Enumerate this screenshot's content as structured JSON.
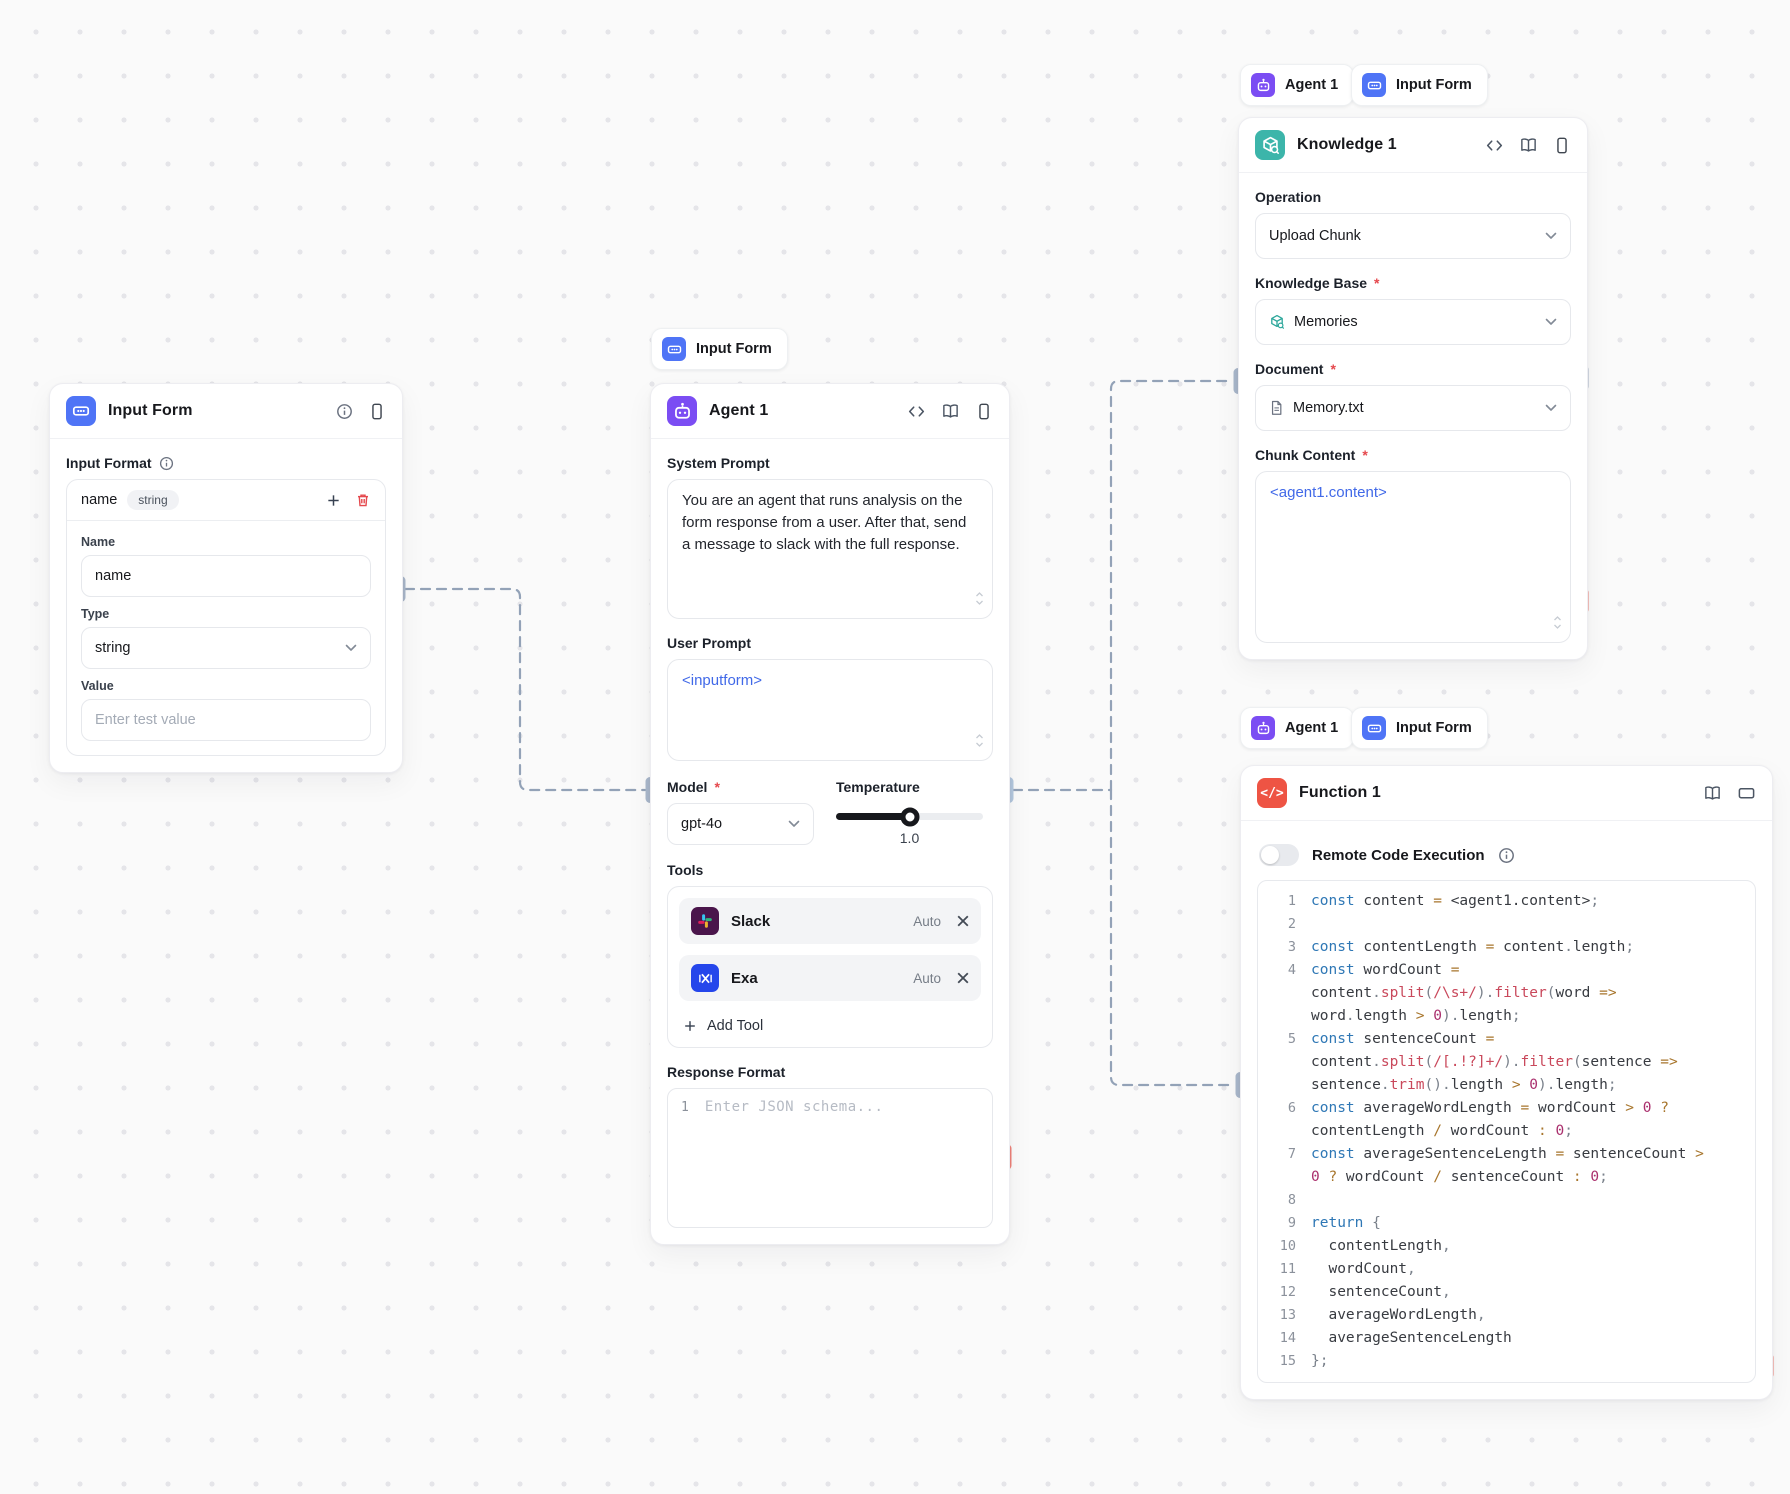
{
  "canvas": {
    "connections": [
      {
        "from": "Input Form",
        "to": "Agent 1"
      },
      {
        "from": "Agent 1",
        "to": "Knowledge 1"
      },
      {
        "from": "Agent 1",
        "to": "Function 1"
      }
    ]
  },
  "chips": {
    "agent_label": "Agent 1",
    "input_form_label": "Input Form"
  },
  "input_form_card": {
    "title": "Input Form",
    "section_label": "Input Format",
    "row_name": "name",
    "row_type_badge": "string",
    "name_label": "Name",
    "name_value": "name",
    "type_label": "Type",
    "type_value": "string",
    "value_label": "Value",
    "value_placeholder": "Enter test value"
  },
  "agent_card": {
    "title": "Agent 1",
    "system_prompt_label": "System Prompt",
    "system_prompt_value": "You are an agent that runs analysis on the form response from a user. After that, send a message to slack with the full response.",
    "user_prompt_label": "User Prompt",
    "user_prompt_value": "<inputform>",
    "model_label": "Model",
    "model_value": "gpt-4o",
    "temperature_label": "Temperature",
    "temperature_value": "1.0",
    "tools_label": "Tools",
    "tools": [
      {
        "name": "Slack",
        "mode": "Auto"
      },
      {
        "name": "Exa",
        "mode": "Auto"
      }
    ],
    "add_tool_label": "Add Tool",
    "response_format_label": "Response Format",
    "response_line_number": "1",
    "response_placeholder": "Enter JSON schema..."
  },
  "knowledge_card": {
    "title": "Knowledge 1",
    "operation_label": "Operation",
    "operation_value": "Upload Chunk",
    "kb_label": "Knowledge Base",
    "kb_value": "Memories",
    "document_label": "Document",
    "document_value": "Memory.txt",
    "chunk_label": "Chunk Content",
    "chunk_value": "<agent1.content>"
  },
  "function_card": {
    "title": "Function 1",
    "toggle_label": "Remote Code Execution",
    "code_lines": [
      {
        "n": "1",
        "seg": [
          [
            "kw",
            "const"
          ],
          [
            "pl",
            " content "
          ],
          [
            "op",
            "="
          ],
          [
            "pl",
            " <agent1.content>"
          ],
          [
            "pu",
            ";"
          ]
        ]
      },
      {
        "n": "2",
        "seg": []
      },
      {
        "n": "3",
        "seg": [
          [
            "kw",
            "const"
          ],
          [
            "pl",
            " contentLength "
          ],
          [
            "op",
            "="
          ],
          [
            "pl",
            " content"
          ],
          [
            "pu",
            "."
          ],
          [
            "pl",
            "length"
          ],
          [
            "pu",
            ";"
          ]
        ]
      },
      {
        "n": "4",
        "seg": [
          [
            "kw",
            "const"
          ],
          [
            "pl",
            " wordCount "
          ],
          [
            "op",
            "="
          ]
        ]
      },
      {
        "n": "",
        "seg": [
          [
            "pl",
            "content"
          ],
          [
            "pu",
            "."
          ],
          [
            "mt",
            "split"
          ],
          [
            "pu",
            "("
          ],
          [
            "rx",
            "/\\s+/"
          ],
          [
            "pu",
            ")."
          ],
          [
            "mt",
            "filter"
          ],
          [
            "pu",
            "("
          ],
          [
            "pl",
            "word "
          ],
          [
            "op",
            "=>"
          ]
        ]
      },
      {
        "n": "",
        "seg": [
          [
            "pl",
            "word"
          ],
          [
            "pu",
            "."
          ],
          [
            "pl",
            "length "
          ],
          [
            "op",
            ">"
          ],
          [
            "pl",
            " "
          ],
          [
            "nu",
            "0"
          ],
          [
            "pu",
            ")."
          ],
          [
            "pl",
            "length"
          ],
          [
            "pu",
            ";"
          ]
        ]
      },
      {
        "n": "5",
        "seg": [
          [
            "kw",
            "const"
          ],
          [
            "pl",
            " sentenceCount "
          ],
          [
            "op",
            "="
          ]
        ]
      },
      {
        "n": "",
        "seg": [
          [
            "pl",
            "content"
          ],
          [
            "pu",
            "."
          ],
          [
            "mt",
            "split"
          ],
          [
            "pu",
            "("
          ],
          [
            "rx",
            "/[.!?]+/"
          ],
          [
            "pu",
            ")."
          ],
          [
            "mt",
            "filter"
          ],
          [
            "pu",
            "("
          ],
          [
            "pl",
            "sentence "
          ],
          [
            "op",
            "=>"
          ]
        ]
      },
      {
        "n": "",
        "seg": [
          [
            "pl",
            "sentence"
          ],
          [
            "pu",
            "."
          ],
          [
            "mt",
            "trim"
          ],
          [
            "pu",
            "()."
          ],
          [
            "pl",
            "length "
          ],
          [
            "op",
            ">"
          ],
          [
            "pl",
            " "
          ],
          [
            "nu",
            "0"
          ],
          [
            "pu",
            ")."
          ],
          [
            "pl",
            "length"
          ],
          [
            "pu",
            ";"
          ]
        ]
      },
      {
        "n": "6",
        "seg": [
          [
            "kw",
            "const"
          ],
          [
            "pl",
            " averageWordLength "
          ],
          [
            "op",
            "="
          ],
          [
            "pl",
            " wordCount "
          ],
          [
            "op",
            ">"
          ],
          [
            "pl",
            " "
          ],
          [
            "nu",
            "0"
          ],
          [
            "pl",
            " "
          ],
          [
            "op",
            "?"
          ]
        ]
      },
      {
        "n": "",
        "seg": [
          [
            "pl",
            "contentLength "
          ],
          [
            "op",
            "/"
          ],
          [
            "pl",
            " wordCount "
          ],
          [
            "op",
            ":"
          ],
          [
            "pl",
            " "
          ],
          [
            "nu",
            "0"
          ],
          [
            "pu",
            ";"
          ]
        ]
      },
      {
        "n": "7",
        "seg": [
          [
            "kw",
            "const"
          ],
          [
            "pl",
            " averageSentenceLength "
          ],
          [
            "op",
            "="
          ],
          [
            "pl",
            " sentenceCount "
          ],
          [
            "op",
            ">"
          ]
        ]
      },
      {
        "n": "",
        "seg": [
          [
            "nu",
            "0"
          ],
          [
            "pl",
            " "
          ],
          [
            "op",
            "?"
          ],
          [
            "pl",
            " wordCount "
          ],
          [
            "op",
            "/"
          ],
          [
            "pl",
            " sentenceCount "
          ],
          [
            "op",
            ":"
          ],
          [
            "pl",
            " "
          ],
          [
            "nu",
            "0"
          ],
          [
            "pu",
            ";"
          ]
        ]
      },
      {
        "n": "8",
        "seg": []
      },
      {
        "n": "9",
        "seg": [
          [
            "kw",
            "return"
          ],
          [
            "pl",
            " "
          ],
          [
            "pu",
            "{"
          ]
        ]
      },
      {
        "n": "10",
        "seg": [
          [
            "pl",
            "  contentLength"
          ],
          [
            "pu",
            ","
          ]
        ]
      },
      {
        "n": "11",
        "seg": [
          [
            "pl",
            "  wordCount"
          ],
          [
            "pu",
            ","
          ]
        ]
      },
      {
        "n": "12",
        "seg": [
          [
            "pl",
            "  sentenceCount"
          ],
          [
            "pu",
            ","
          ]
        ]
      },
      {
        "n": "13",
        "seg": [
          [
            "pl",
            "  averageWordLength"
          ],
          [
            "pu",
            ","
          ]
        ]
      },
      {
        "n": "14",
        "seg": [
          [
            "pl",
            "  averageSentenceLength"
          ]
        ]
      },
      {
        "n": "15",
        "seg": [
          [
            "pu",
            "};"
          ]
        ]
      }
    ]
  }
}
